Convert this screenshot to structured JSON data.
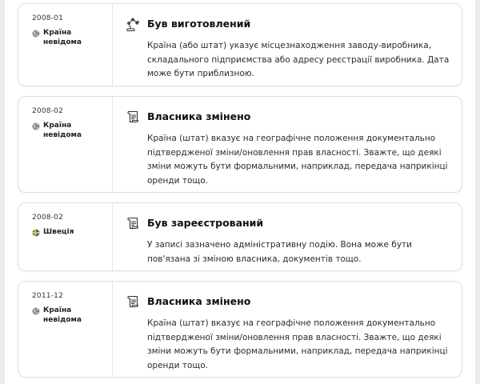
{
  "events": [
    {
      "date": "2008-01",
      "country": "Країна невідома",
      "country_icon": "globe-icon",
      "event_icon": "robot-arm-icon",
      "title": "Був виготовлений",
      "description": "Країна (або штат) указує місцезнаходження заводу-виробника, складального підприємства або адресу реєстрації виробника. Дата може бути приблизною."
    },
    {
      "date": "2008-02",
      "country": "Країна невідома",
      "country_icon": "globe-icon",
      "event_icon": "document-scroll-icon",
      "title": "Власника змінено",
      "description": "Країна (штат) вказує на географічне положення документально підтвердженої зміни/оновлення прав власності. Зважте, що деякі зміни можуть бути формальними, наприклад, передача наприкінці оренди тощо."
    },
    {
      "date": "2008-02",
      "country": "Швеція",
      "country_icon": "sweden-flag-icon",
      "event_icon": "document-scroll-icon",
      "title": "Був зареєстрований",
      "description": "У записі зазначено адміністративну подію. Вона може бути пов'язана зі зміною власника, документів тощо."
    },
    {
      "date": "2011-12",
      "country": "Країна невідома",
      "country_icon": "globe-icon",
      "event_icon": "document-scroll-icon",
      "title": "Власника змінено",
      "description": "Країна (штат) вказує на географічне положення документально підтвердженої зміни/оновлення прав власності. Зважте, що деякі зміни можуть бути формальними, наприклад, передача наприкінці оренди тощо."
    }
  ],
  "colors": {
    "sweden_blue": "#2f6fb5",
    "sweden_yellow": "#f2c418",
    "globe": "#8a8a8e"
  }
}
